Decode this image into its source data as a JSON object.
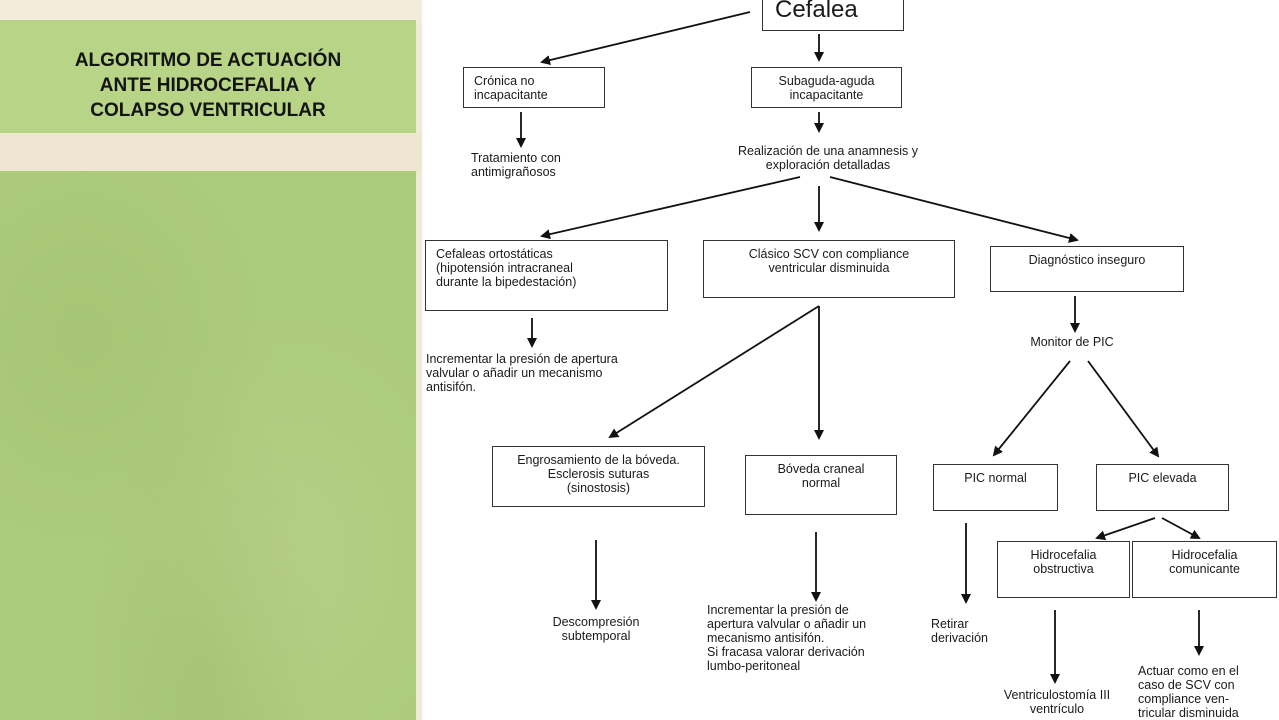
{
  "slide": {
    "title": "ALGORITMO DE ACTUACIÓN\nANTE HIDROCEFALIA Y\nCOLAPSO VENTRICULAR"
  },
  "diagram": {
    "root": "Cefalea",
    "cronica": "Crónica no\nincapacitante",
    "subaguda": "Subaguda-aguda\nincapacitante",
    "antimigranosos": "Tratamiento con\nantimigrañosos",
    "anamnesis": "Realización de una anamnesis y\nexploración detalladas",
    "ortostaticas": "Cefaleas ortostáticas\n(hipotensión intracraneal\ndurante la bipedestación)",
    "clasico": "Clásico SCV con compliance\nventricular disminuida",
    "inseguro": "Diagnóstico inseguro",
    "incrementar1": "Incrementar la presión de apertura\nvalvular o añadir un mecanismo\nantisifón.",
    "monitor": "Monitor de PIC",
    "engrosamiento": "Engrosamiento de la bóveda.\nEsclerosis suturas\n(sinostosis)",
    "boveda": "Bóveda craneal\nnormal",
    "pic_normal": "PIC normal",
    "pic_elevada": "PIC elevada",
    "obstructiva": "Hidrocefalia\nobstructiva",
    "comunicante": "Hidrocefalia\ncomunicante",
    "descompresion": "Descompresión\nsubtemporal",
    "incrementar2": "Incrementar la presión de\napertura valvular o añadir un\nmecanismo antisifón.\nSi fracasa valorar derivación\nlumbo-peritoneal",
    "retirar": "Retirar\nderivación",
    "ventriculostomia": "Ventriculostomía III\nventrículo",
    "actuar": "Actuar como en el\ncaso de SCV con\ncompliance ven-\ntricular disminuida"
  }
}
